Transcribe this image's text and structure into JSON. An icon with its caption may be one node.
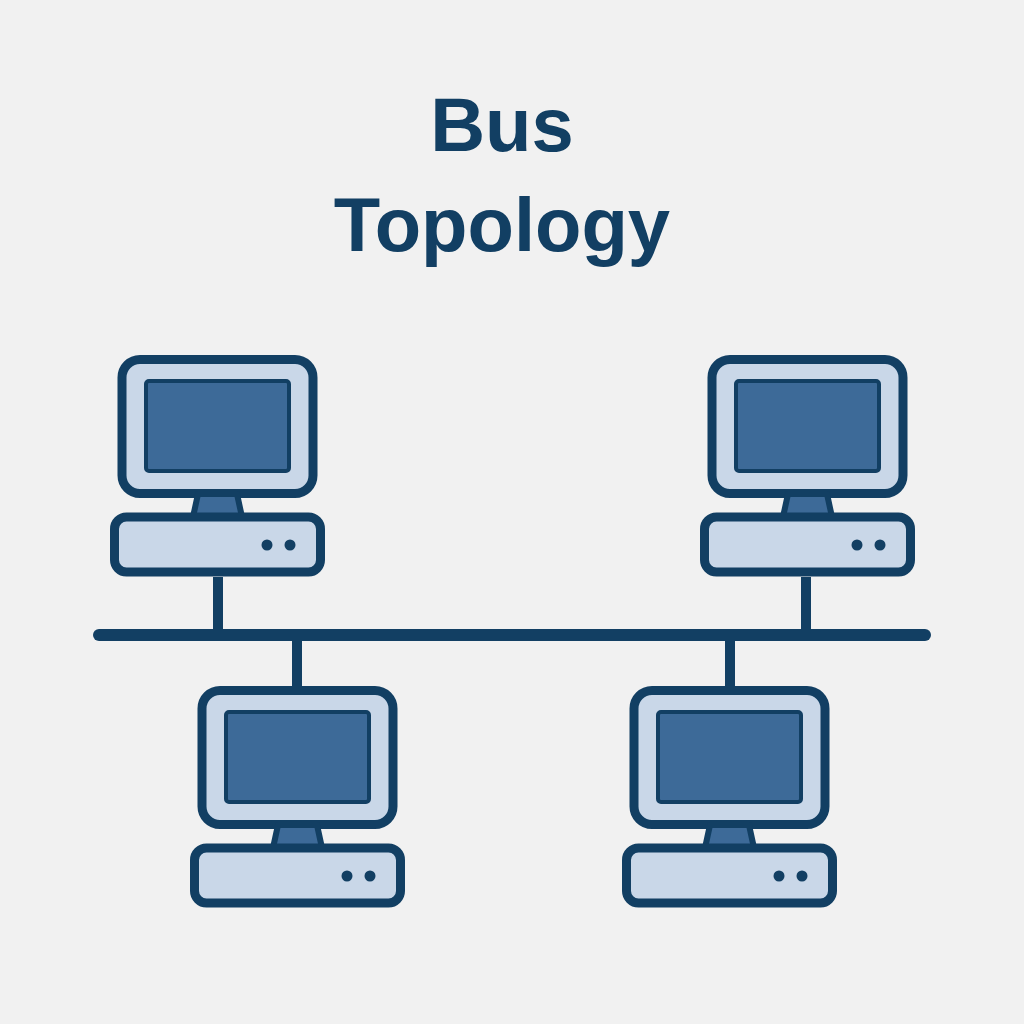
{
  "diagram": {
    "title": "Bus Topology",
    "nodes": [
      {
        "text": [],
        "shape": "picture"
      },
      {
        "text": [],
        "shape": "picture"
      },
      {
        "text": [],
        "shape": "bar"
      },
      {
        "text": [],
        "shape": "picture"
      },
      {
        "text": [],
        "shape": "picture"
      }
    ],
    "edges": [
      {
        "from": 0,
        "to": 2,
        "arrow": "none"
      },
      {
        "from": 1,
        "to": 2,
        "arrow": "none"
      },
      {
        "from": 3,
        "to": 2,
        "arrow": "none"
      },
      {
        "from": 4,
        "to": 2,
        "arrow": "none"
      }
    ]
  }
}
